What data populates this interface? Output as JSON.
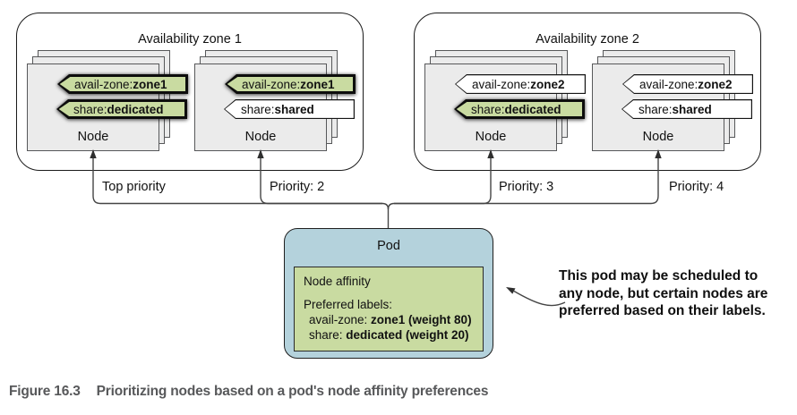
{
  "figure": {
    "caption_label": "Figure 16.3",
    "caption_text": "Prioritizing nodes based on a pod's node affinity preferences"
  },
  "colors": {
    "highlight_green": "#c9dba1",
    "pod_blue": "#b4d2dc",
    "node_gray": "#ebebeb",
    "caption_gray": "#57585a"
  },
  "zones": [
    {
      "title": "Availability zone 1",
      "nodes": [
        {
          "name": "Node",
          "priority": "Top priority",
          "labels": [
            {
              "key": "avail-zone: ",
              "value": "zone1",
              "highlighted": true
            },
            {
              "key": "share: ",
              "value": "dedicated",
              "highlighted": true
            }
          ]
        },
        {
          "name": "Node",
          "priority": "Priority: 2",
          "labels": [
            {
              "key": "avail-zone: ",
              "value": "zone1",
              "highlighted": true
            },
            {
              "key": "share: ",
              "value": "shared",
              "highlighted": false
            }
          ]
        }
      ]
    },
    {
      "title": "Availability zone 2",
      "nodes": [
        {
          "name": "Node",
          "priority": "Priority: 3",
          "labels": [
            {
              "key": "avail-zone: ",
              "value": "zone2",
              "highlighted": false
            },
            {
              "key": "share: ",
              "value": "dedicated",
              "highlighted": true
            }
          ]
        },
        {
          "name": "Node",
          "priority": "Priority: 4",
          "labels": [
            {
              "key": "avail-zone: ",
              "value": "zone2",
              "highlighted": false
            },
            {
              "key": "share: ",
              "value": "shared",
              "highlighted": false
            }
          ]
        }
      ]
    }
  ],
  "pod": {
    "title": "Pod",
    "affinity": {
      "title": "Node affinity",
      "subtitle": "Preferred labels:",
      "rules": [
        {
          "key": "avail-zone: ",
          "value": "zone1 (weight 80)"
        },
        {
          "key": "share: ",
          "value": "dedicated (weight 20)"
        }
      ]
    }
  },
  "annotation": {
    "lines": [
      "This pod may be scheduled to",
      "any node, but certain nodes are",
      "preferred based on their labels."
    ]
  }
}
